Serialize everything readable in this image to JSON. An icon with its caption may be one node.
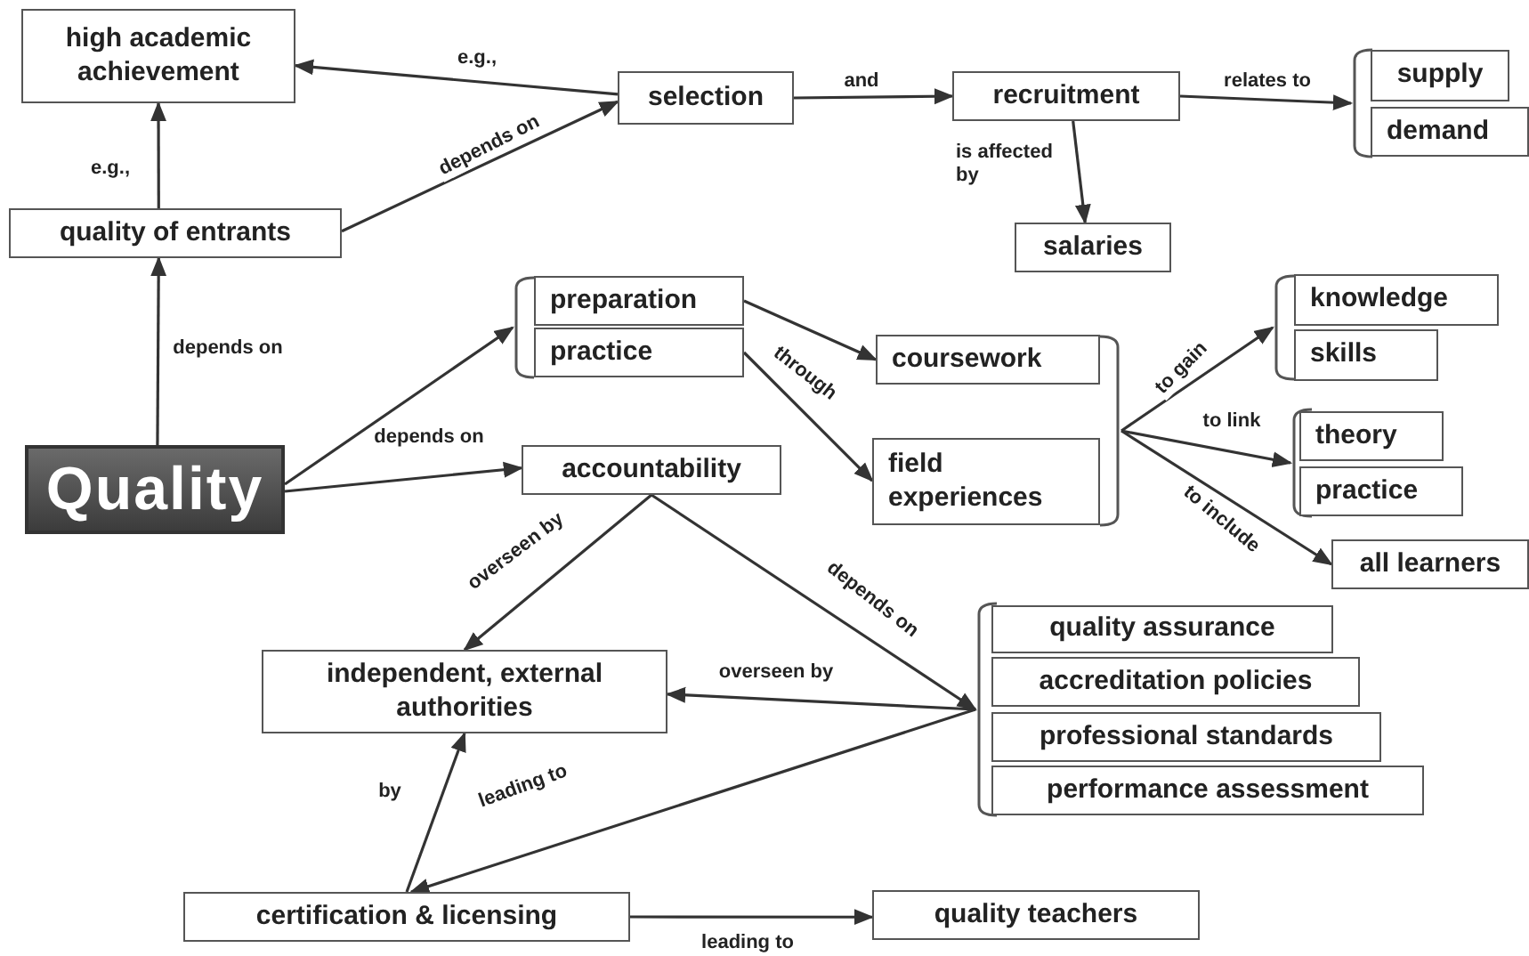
{
  "diagram": {
    "nodes": [
      {
        "text": [
          "high academic achievement"
        ]
      },
      {
        "text": [
          "selection"
        ]
      },
      {
        "text": [
          "recruitment"
        ]
      },
      {
        "text": [],
        "shape": "bracket"
      },
      {
        "text": [
          "supply"
        ],
        "in": 3
      },
      {
        "text": [
          "demand"
        ],
        "in": 3
      },
      {
        "text": [
          "quality of entrants"
        ]
      },
      {
        "text": [
          "salaries"
        ]
      },
      {
        "text": [],
        "shape": "bracket"
      },
      {
        "text": [
          "preparation"
        ],
        "in": 8
      },
      {
        "text": [
          "practice"
        ],
        "in": 8
      },
      {
        "text": [],
        "shape": "bracket"
      },
      {
        "text": [
          "knowledge"
        ],
        "in": 11
      },
      {
        "text": [
          "skills"
        ],
        "in": 11
      },
      {
        "text": [],
        "shape": "bracket"
      },
      {
        "text": [
          "coursework"
        ],
        "in": 14
      },
      {
        "text": [
          "field experiences"
        ],
        "in": 14
      },
      {
        "text": [
          "Quality"
        ]
      },
      {
        "text": [],
        "shape": "bracket"
      },
      {
        "text": [
          "theory"
        ],
        "in": 18
      },
      {
        "text": [
          "practice"
        ],
        "in": 18
      },
      {
        "text": [
          "accountability"
        ]
      },
      {
        "text": [
          "all learners"
        ]
      },
      {
        "text": [],
        "shape": "bracket"
      },
      {
        "text": [
          "quality assurance"
        ],
        "in": 23
      },
      {
        "text": [
          "accreditation policies"
        ],
        "in": 23
      },
      {
        "text": [
          "professional standards"
        ],
        "in": 23
      },
      {
        "text": [
          "performance assessment"
        ],
        "in": 23
      },
      {
        "text": [
          "independent, external authorities"
        ]
      },
      {
        "text": [
          "certification & licensing"
        ]
      },
      {
        "text": [
          "quality teachers"
        ]
      }
    ],
    "edges": [
      {
        "from": 1,
        "to": 0,
        "arrow": "to",
        "label": "e.g.,"
      },
      {
        "from": 6,
        "to": 0,
        "arrow": "to",
        "label": "e.g.,"
      },
      {
        "from": 6,
        "to": 1,
        "arrow": "to",
        "label": "depends on"
      },
      {
        "from": 1,
        "to": 2,
        "arrow": "to",
        "label": "and"
      },
      {
        "from": 2,
        "to": 3,
        "arrow": "to",
        "label": "relates to"
      },
      {
        "from": 2,
        "to": 7,
        "arrow": "to",
        "label": "is affected by"
      },
      {
        "from": 17,
        "to": 6,
        "arrow": "to",
        "label": "depends on"
      },
      {
        "from": 17,
        "to": 8,
        "arrow": "to",
        "label": "depends on"
      },
      {
        "from": 17,
        "to": 21,
        "arrow": "to"
      },
      {
        "from": 9,
        "to": 15,
        "arrow": "to"
      },
      {
        "from": 10,
        "to": 16,
        "arrow": "to",
        "label": "through"
      },
      {
        "from": 14,
        "to": 11,
        "arrow": "to",
        "label": "to gain"
      },
      {
        "from": 14,
        "to": 18,
        "arrow": "to",
        "label": "to link"
      },
      {
        "from": 14,
        "to": 22,
        "arrow": "to",
        "label": "to include"
      },
      {
        "from": 21,
        "to": 28,
        "arrow": "to",
        "label": "overseen by"
      },
      {
        "from": 21,
        "to": 23,
        "arrow": "to",
        "label": "depends on"
      },
      {
        "from": 23,
        "to": 28,
        "arrow": "to",
        "label": "overseen by"
      },
      {
        "from": 23,
        "to": 29,
        "arrow": "to",
        "label": "leading to"
      },
      {
        "from": 29,
        "to": 28,
        "arrow": "to",
        "label": "by"
      },
      {
        "from": 29,
        "to": 30,
        "arrow": "to",
        "label": "leading to"
      }
    ]
  }
}
